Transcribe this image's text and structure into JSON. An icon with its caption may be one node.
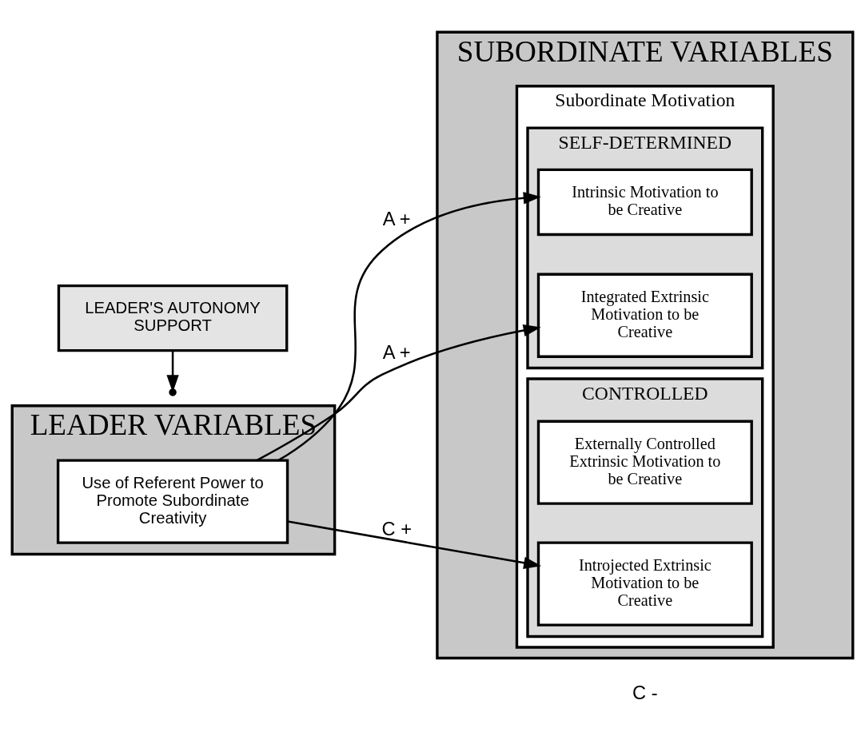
{
  "diagram": {
    "nodes": [
      {
        "text": [
          "LEADER VARIABLES"
        ]
      },
      {
        "text": [
          "Use of Referent Power to Promote Subordinate Creativity"
        ],
        "in": 0
      },
      {
        "text": [
          "LEADER'S AUTONOMY SUPPORT"
        ]
      },
      {
        "text": [
          "SUBORDINATE VARIABLES"
        ]
      },
      {
        "text": [
          "Subordinate Motivation"
        ],
        "in": 3
      },
      {
        "text": [
          "SELF-DETERMINED"
        ],
        "in": 4
      },
      {
        "text": [
          "Intrinsic Motivation to be Creative"
        ],
        "in": 5
      },
      {
        "text": [
          "Integrated Extrinsic Motivation to be Creative"
        ],
        "in": 5
      },
      {
        "text": [
          "CONTROLLED"
        ],
        "in": 4
      },
      {
        "text": [
          "Externally Controlled Extrinsic Motivation to be Creative"
        ],
        "in": 8
      },
      {
        "text": [
          "Introjected Extrinsic Motivation to be Creative"
        ],
        "in": 8
      }
    ],
    "edges": [
      {
        "from": 1,
        "to": 6,
        "arrow": "to",
        "label": "A +"
      },
      {
        "from": 1,
        "to": 7,
        "arrow": "to",
        "label": "A +"
      },
      {
        "from": 1,
        "to": 10,
        "arrow": "to",
        "label": "C +"
      },
      {
        "from": 2,
        "to": null,
        "arrow": "to"
      }
    ],
    "labels": [
      "C -"
    ]
  }
}
